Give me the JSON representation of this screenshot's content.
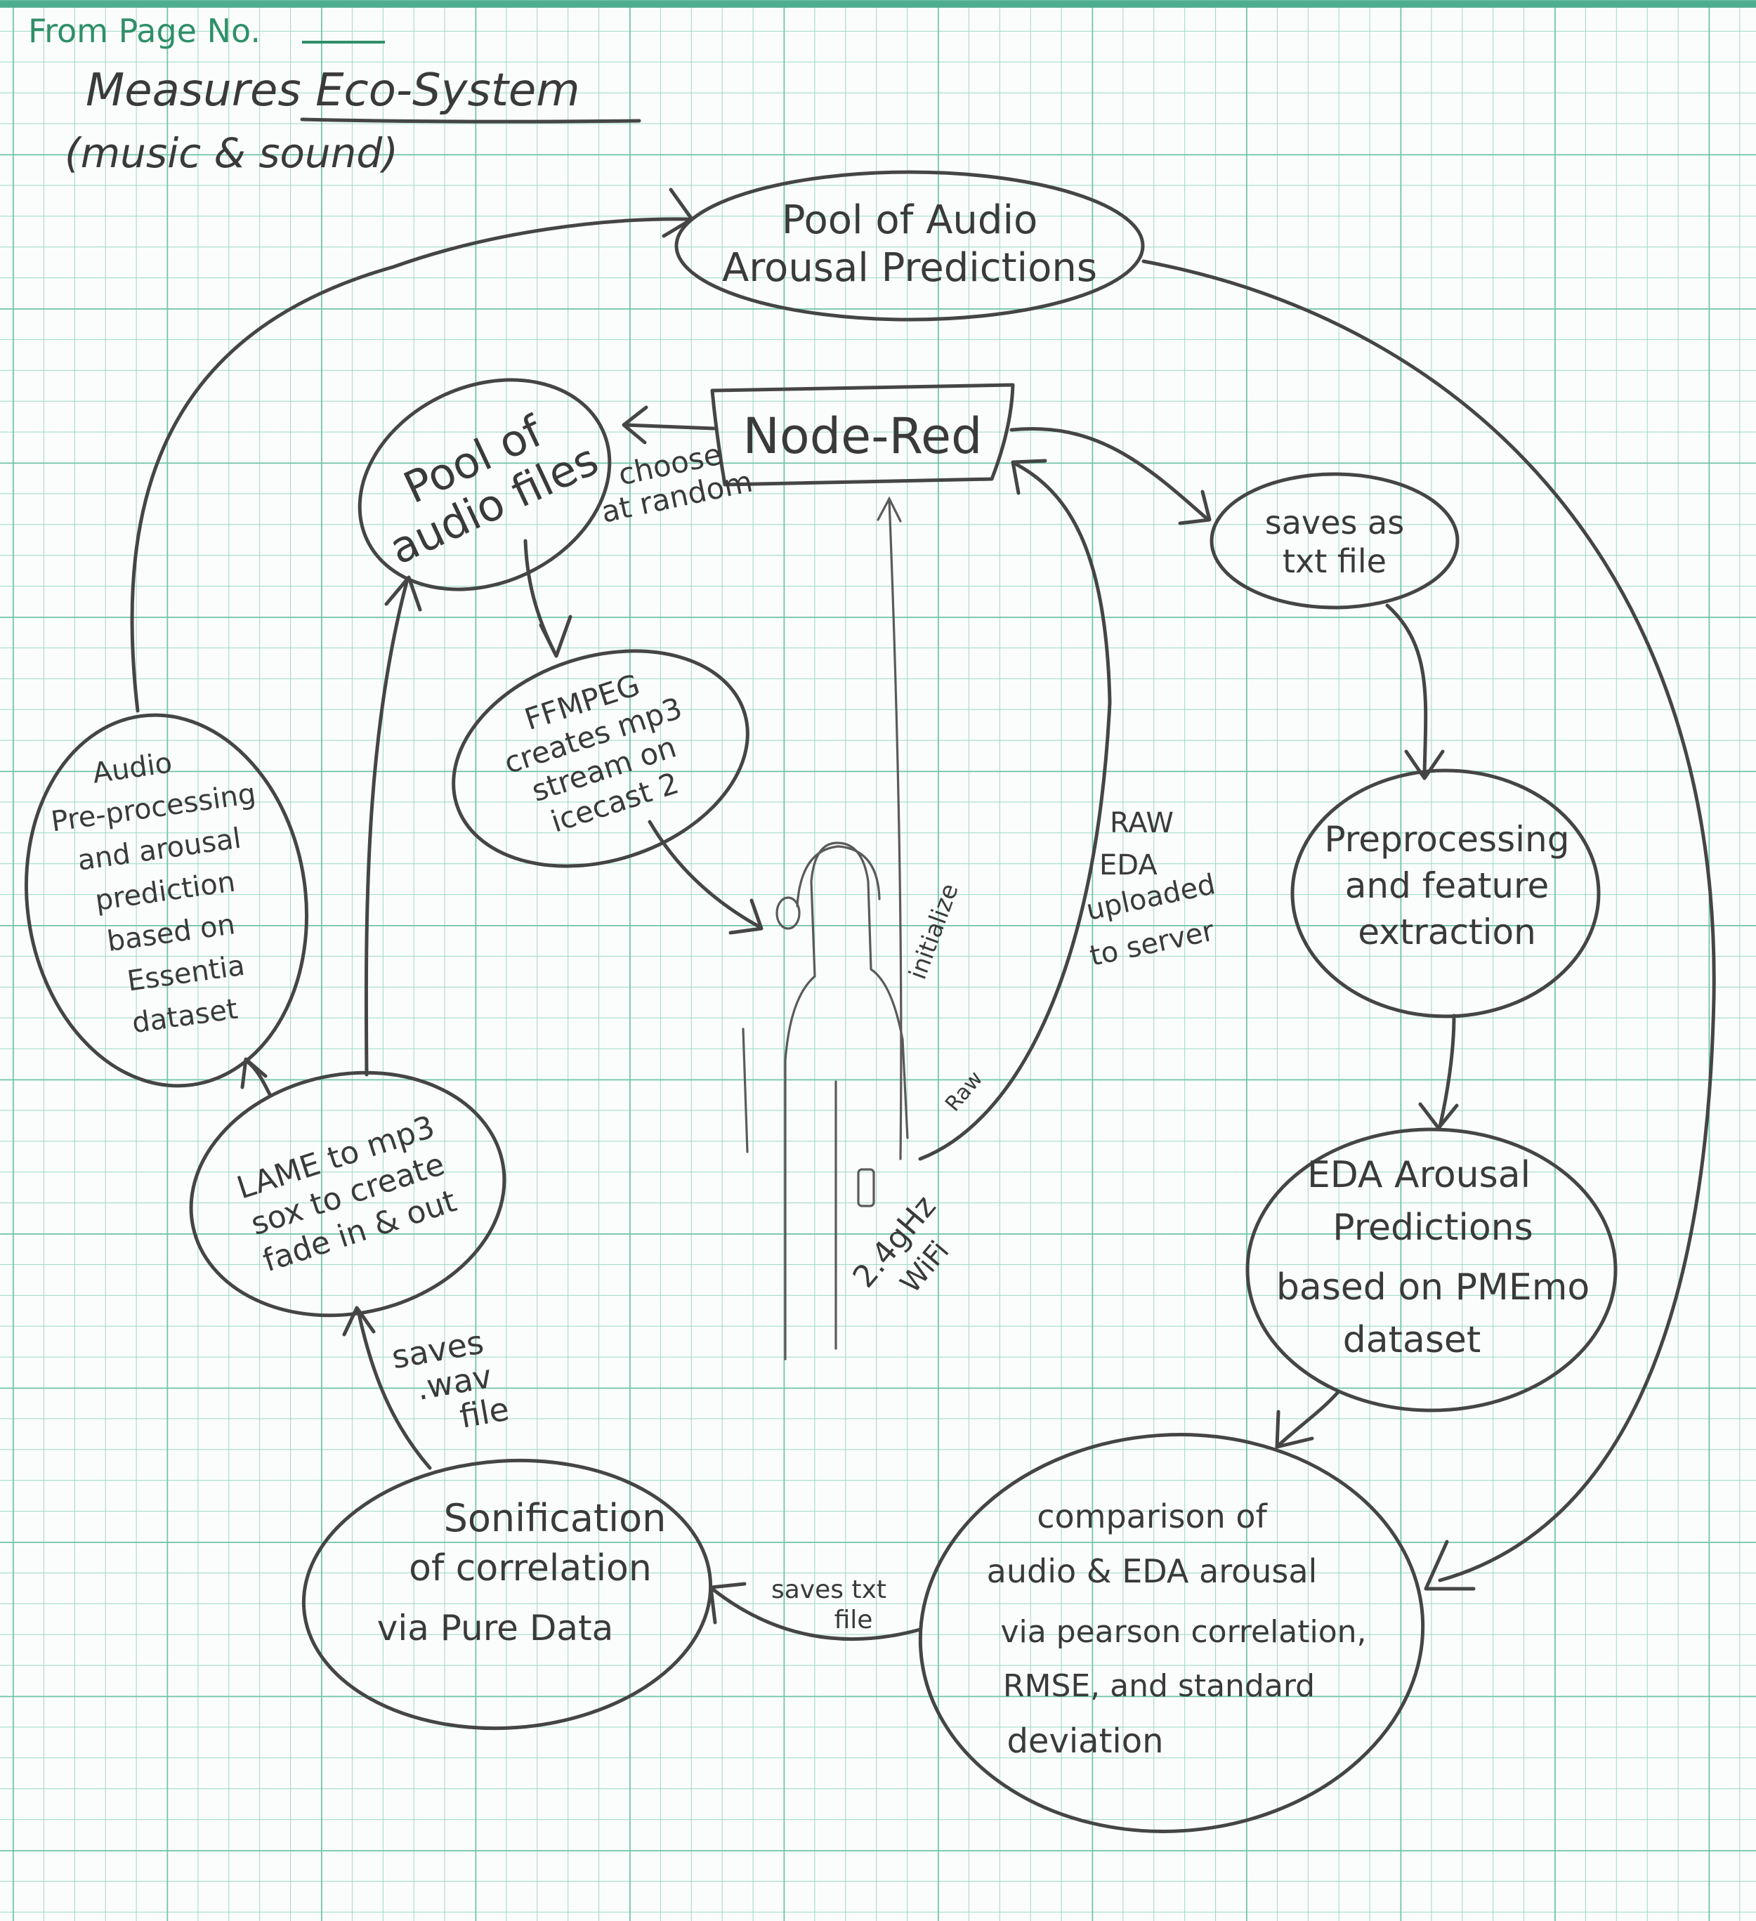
{
  "header": {
    "label": "From Page No."
  },
  "title": {
    "line1": "Measures   Eco-System",
    "line2": "(music & sound)"
  },
  "nodes": {
    "pool_predictions": [
      "Pool of Audio",
      "Arousal  Predictions"
    ],
    "node_red": "Node-Red",
    "pool_audio": [
      "Pool of",
      "audio files"
    ],
    "choose_random": [
      "choose",
      "at random"
    ],
    "saves_txt": [
      "saves as",
      "txt file"
    ],
    "ffmpeg": [
      "FFMPEG",
      "creates mp3",
      "stream on",
      "icecast 2"
    ],
    "audio_preprocessing": [
      "Audio",
      "Pre-processing",
      "and arousal",
      "prediction",
      "based on",
      "Essentia",
      "dataset"
    ],
    "preprocessing_feature": [
      "Preprocessing",
      "and feature",
      "extraction"
    ],
    "eda_arousal": [
      "EDA Arousal",
      "Predictions",
      "based on PMEmo",
      "dataset"
    ],
    "lame_sox": [
      "LAME to mp3",
      "sox to create",
      "fade in & out"
    ],
    "sonification": [
      "Sonification",
      "of correlation",
      "via Pure Data"
    ],
    "comparison": [
      "comparison of",
      "audio & EDA arousal",
      "via pearson correlation,",
      "RMSE, and standard",
      "deviation"
    ]
  },
  "edge_labels": {
    "initialize": "initialize",
    "raw": "Raw",
    "raw_eda": [
      "RAW",
      "EDA",
      "uploaded",
      "to server"
    ],
    "wifi": [
      "2.4gHz",
      "WiFi"
    ],
    "saves_wav": [
      "saves",
      ".wav",
      "file"
    ],
    "saves_txt_file": [
      "saves txt",
      "file"
    ]
  }
}
